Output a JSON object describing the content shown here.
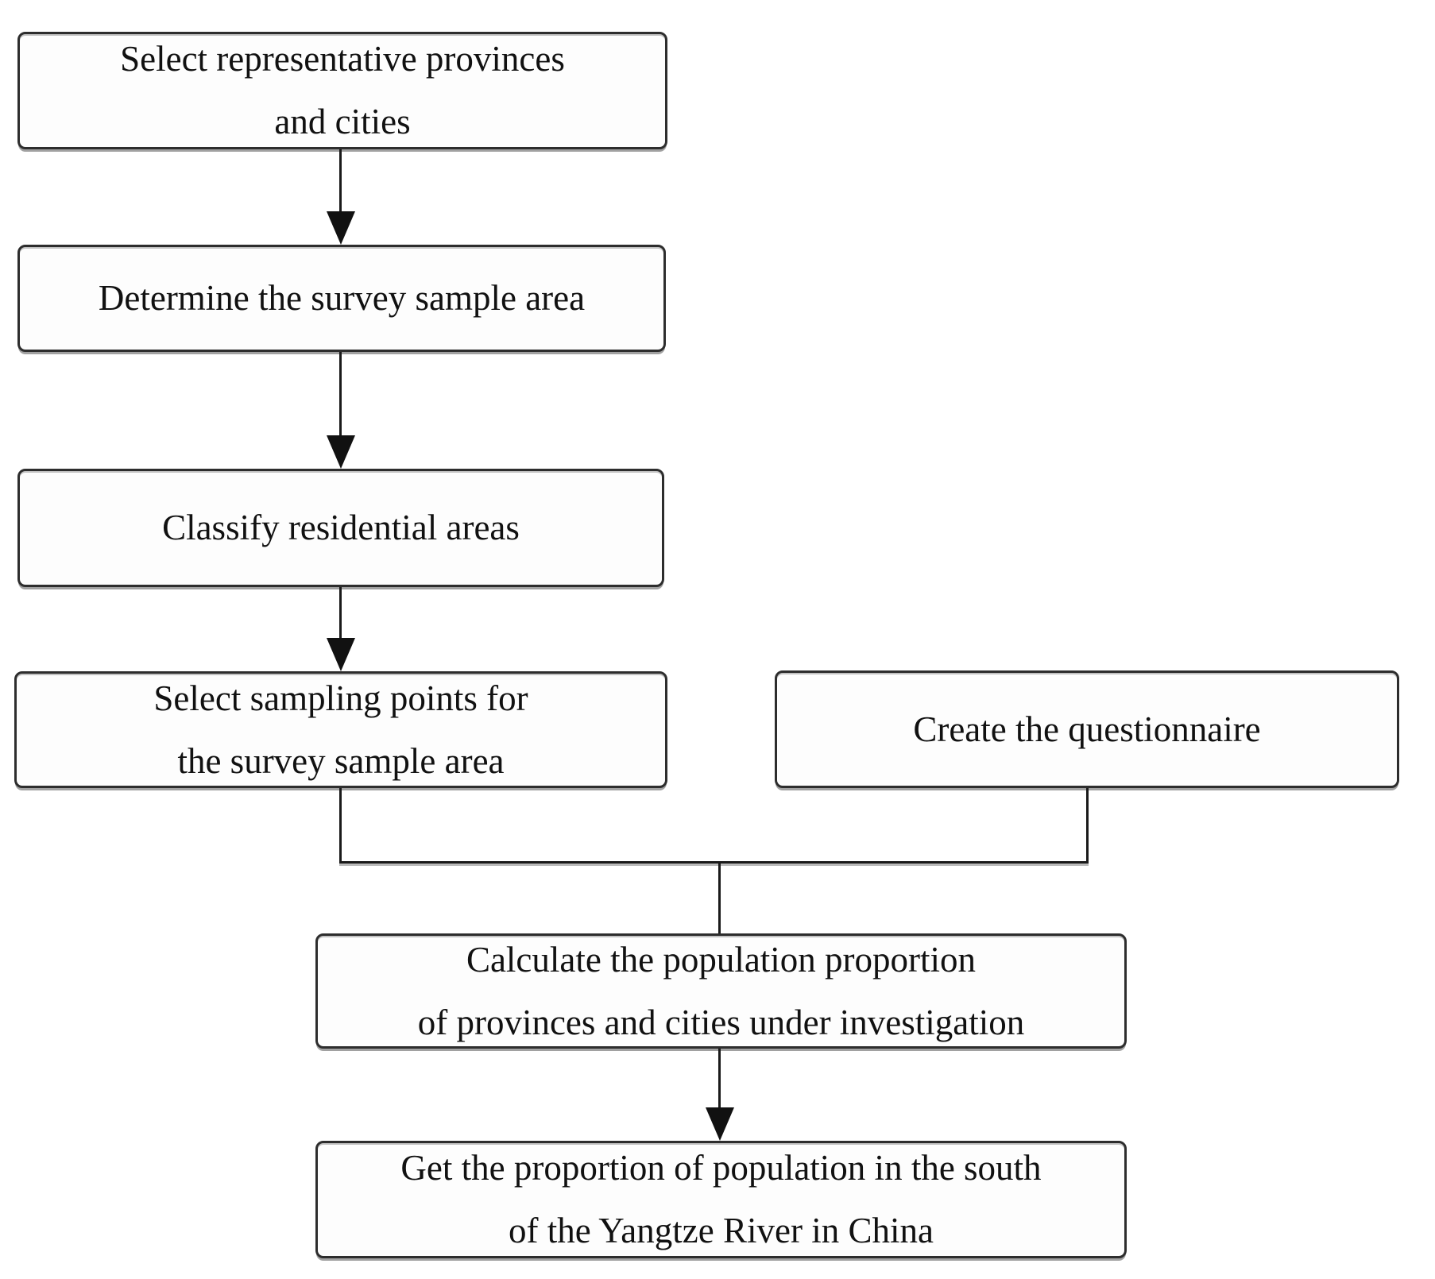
{
  "diagram": {
    "type": "flowchart",
    "colors": {
      "box_border": "#2d2d2d",
      "box_fill": "#fdfdfd",
      "text": "#111111",
      "line": "#1a1a1a",
      "background": "#ffffff"
    },
    "nodes": [
      {
        "id": "select-provinces",
        "label": "Select representative provinces\nand cities"
      },
      {
        "id": "determine-area",
        "label": "Determine the survey sample area"
      },
      {
        "id": "classify-areas",
        "label": "Classify residential areas"
      },
      {
        "id": "select-sampling-points",
        "label": "Select sampling points for\nthe survey sample area"
      },
      {
        "id": "create-questionnaire",
        "label": "Create the questionnaire"
      },
      {
        "id": "calculate-proportion",
        "label": "Calculate the population proportion\nof provinces and cities under investigation"
      },
      {
        "id": "get-proportion",
        "label": "Get the proportion of population in the south\nof the Yangtze River in China"
      }
    ],
    "edges": [
      {
        "from": "select-provinces",
        "to": "determine-area",
        "arrow": true
      },
      {
        "from": "determine-area",
        "to": "classify-areas",
        "arrow": true
      },
      {
        "from": "classify-areas",
        "to": "select-sampling-points",
        "arrow": true
      },
      {
        "from": "select-sampling-points",
        "to": "calculate-proportion",
        "arrow": false
      },
      {
        "from": "create-questionnaire",
        "to": "calculate-proportion",
        "arrow": false
      },
      {
        "from": "calculate-proportion",
        "to": "get-proportion",
        "arrow": true
      }
    ]
  }
}
